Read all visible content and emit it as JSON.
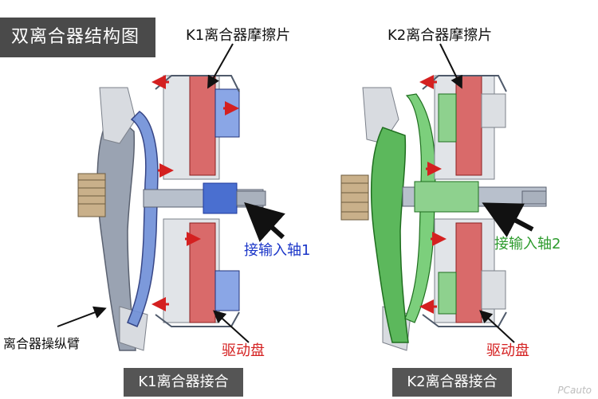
{
  "title": "双离合器结构图",
  "labels": {
    "k1_friction": "K1离合器摩擦片",
    "k2_friction": "K2离合器摩擦片",
    "input_shaft_1": "接输入轴1",
    "input_shaft_2": "接输入轴2",
    "drive_plate_left": "驱动盘",
    "drive_plate_right": "驱动盘",
    "lever_arm": "离合器操纵臂"
  },
  "captions": {
    "k1": "K1离合器接合",
    "k2": "K2离合器接合"
  },
  "watermark": "PCauto",
  "colors": {
    "k1_accent": "#1a35c8",
    "k2_accent": "#2d9b2d",
    "drive_plate": "#d42020",
    "caption_bg": "#555555",
    "title_bg": "#4a4a4a"
  }
}
